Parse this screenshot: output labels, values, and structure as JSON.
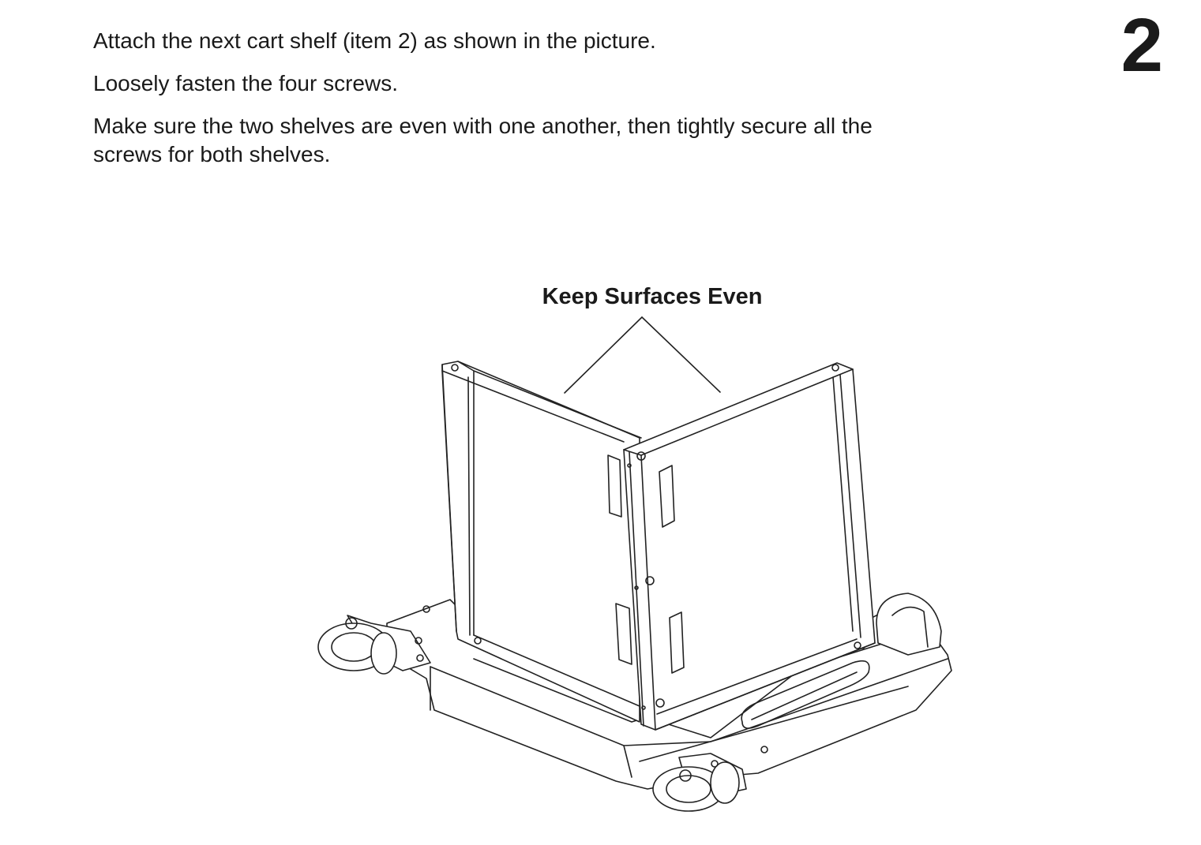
{
  "step": {
    "number": "2"
  },
  "instructions": [
    "Attach the next cart shelf (item 2) as shown in the picture.",
    "Loosely fasten the four screws.",
    "Make sure the two shelves are even with one another, then tightly secure all the screws for both shelves."
  ],
  "figure": {
    "callout": "Keep Surfaces Even"
  }
}
